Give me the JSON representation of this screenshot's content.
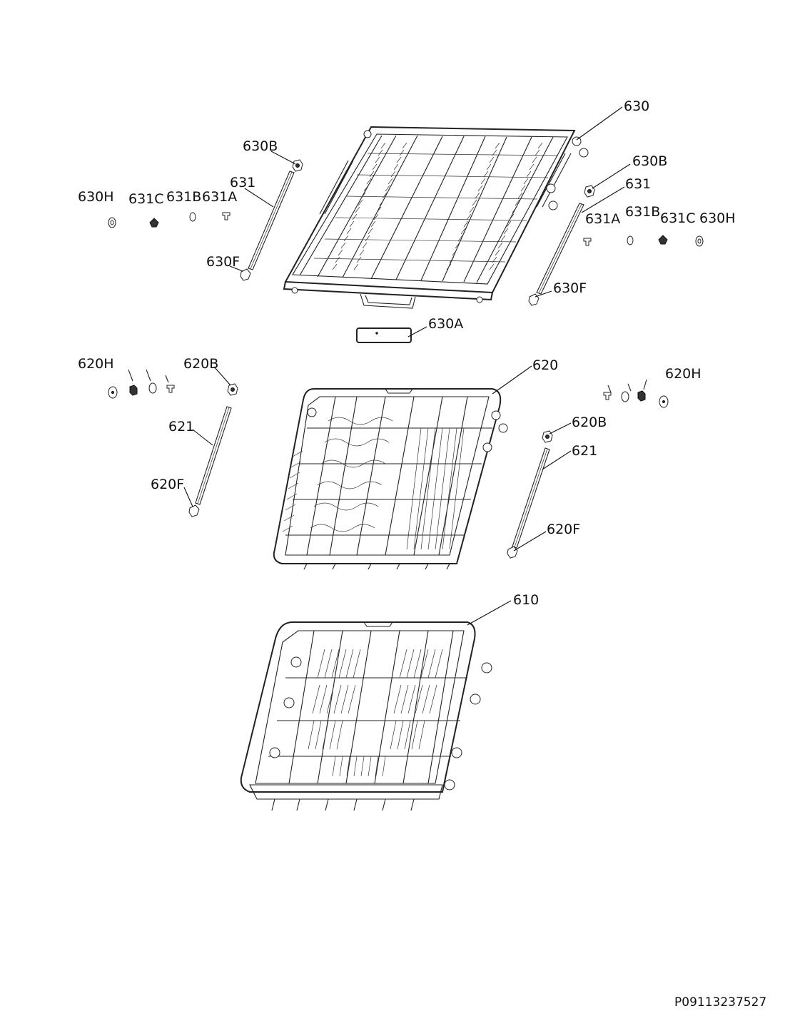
{
  "labels": {
    "l630": "630",
    "l630B_left": "630B",
    "l631_left": "631",
    "l630H_left": "630H",
    "l631C_left": "631C",
    "l631B_left": "631B",
    "l631A_left": "631A",
    "l630F_left": "630F",
    "l630B_right": "630B",
    "l631_right": "631",
    "l631A_right": "631A",
    "l631B_right": "631B",
    "l631C_right": "631C",
    "l630H_right": "630H",
    "l630F_right": "630F",
    "l630A": "630A",
    "l620H_left": "620H",
    "l620B_left": "620B",
    "l620": "620",
    "l620H_right": "620H",
    "l620B_right": "620B",
    "l621_left": "621",
    "l621_right": "621",
    "l620F_left": "620F",
    "l620F_right": "620F",
    "l610": "610"
  },
  "document_code": "P09113237527",
  "colors": {
    "line": "#222222",
    "background": "#ffffff"
  }
}
